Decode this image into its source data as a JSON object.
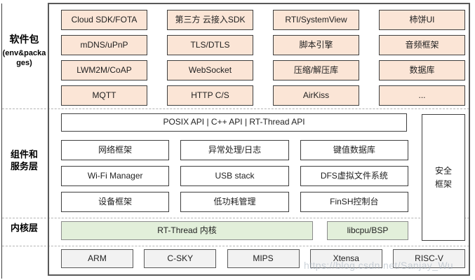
{
  "layers": {
    "packages": {
      "label": "软件包",
      "sublabel": "(env&packages)",
      "items": [
        "Cloud SDK/FOTA",
        "第三方 云接入SDK",
        "RTI/SystemView",
        "柿饼UI",
        "mDNS/uPnP",
        "TLS/DTLS",
        "脚本引擎",
        "音频框架",
        "LWM2M/CoAP",
        "WebSocket",
        "压缩/解压库",
        "数据库",
        "MQTT",
        "HTTP C/S",
        "AirKiss",
        "..."
      ]
    },
    "components": {
      "label": "组件和服务层",
      "api_bar": "POSIX API | C++ API | RT-Thread API",
      "items": [
        "网络框架",
        "异常处理/日志",
        "键值数据库",
        "Wi-Fi Manager",
        "USB stack",
        "DFS虚拟文件系统",
        "设备框架",
        "低功耗管理",
        "FinSH控制台"
      ],
      "security": "安全框架"
    },
    "kernel": {
      "label": "内核层",
      "kernel_box": "RT-Thread 内核",
      "libcpu_box": "libcpu/BSP"
    },
    "cpu": {
      "items": [
        "ARM",
        "C-SKY",
        "MIPS",
        "Xtensa",
        "RISC-V"
      ]
    }
  },
  "watermark": "https://blog.csdn.net/Sanjay_Wu",
  "colors": {
    "package_fill": "#fbe5d6",
    "component_fill": "#ffffff",
    "kernel_fill": "#e2efda",
    "cpu_fill": "#f2f2f2",
    "border_dark": "#3f3f3f",
    "frame": "#595959",
    "watermark_color": "#a4b0bc"
  }
}
